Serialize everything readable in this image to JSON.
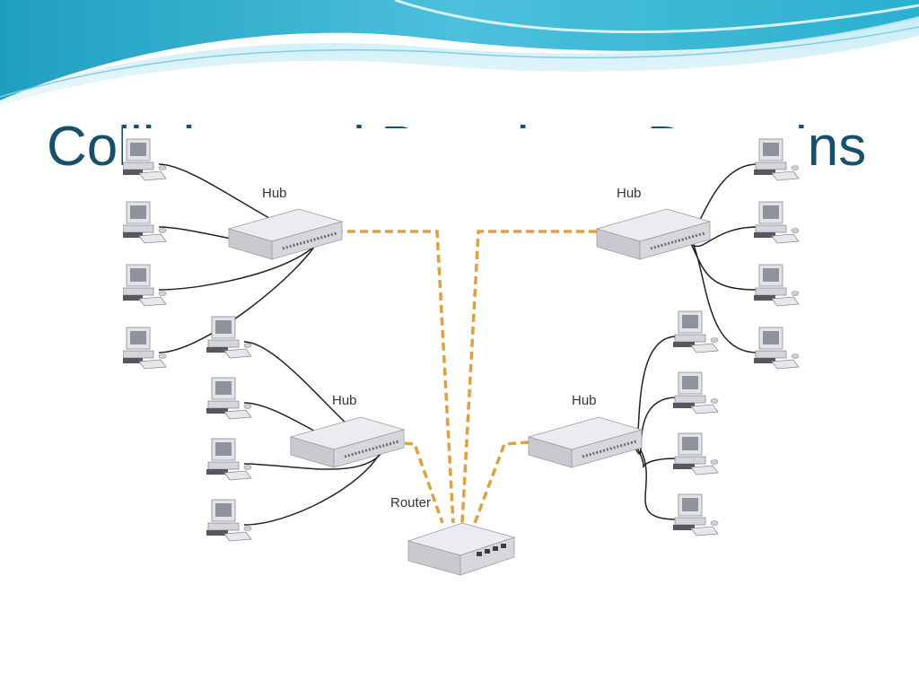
{
  "slide": {
    "title": "Collision and Broadcast Domains",
    "accent_colors": {
      "wave_dark": "#2aa7c6",
      "wave_light": "#9ad9ea",
      "title": "#17506a"
    }
  },
  "diagram": {
    "hubs": [
      {
        "id": "hub-top-left",
        "label": "Hub",
        "computers": 4
      },
      {
        "id": "hub-top-right",
        "label": "Hub",
        "computers": 4
      },
      {
        "id": "hub-bottom-left",
        "label": "Hub",
        "computers": 4
      },
      {
        "id": "hub-bottom-right",
        "label": "Hub",
        "computers": 4
      }
    ],
    "router": {
      "label": "Router"
    },
    "colors": {
      "link_dashed": "#e0a040",
      "cable": "#222222",
      "device": "#d9dade"
    }
  }
}
